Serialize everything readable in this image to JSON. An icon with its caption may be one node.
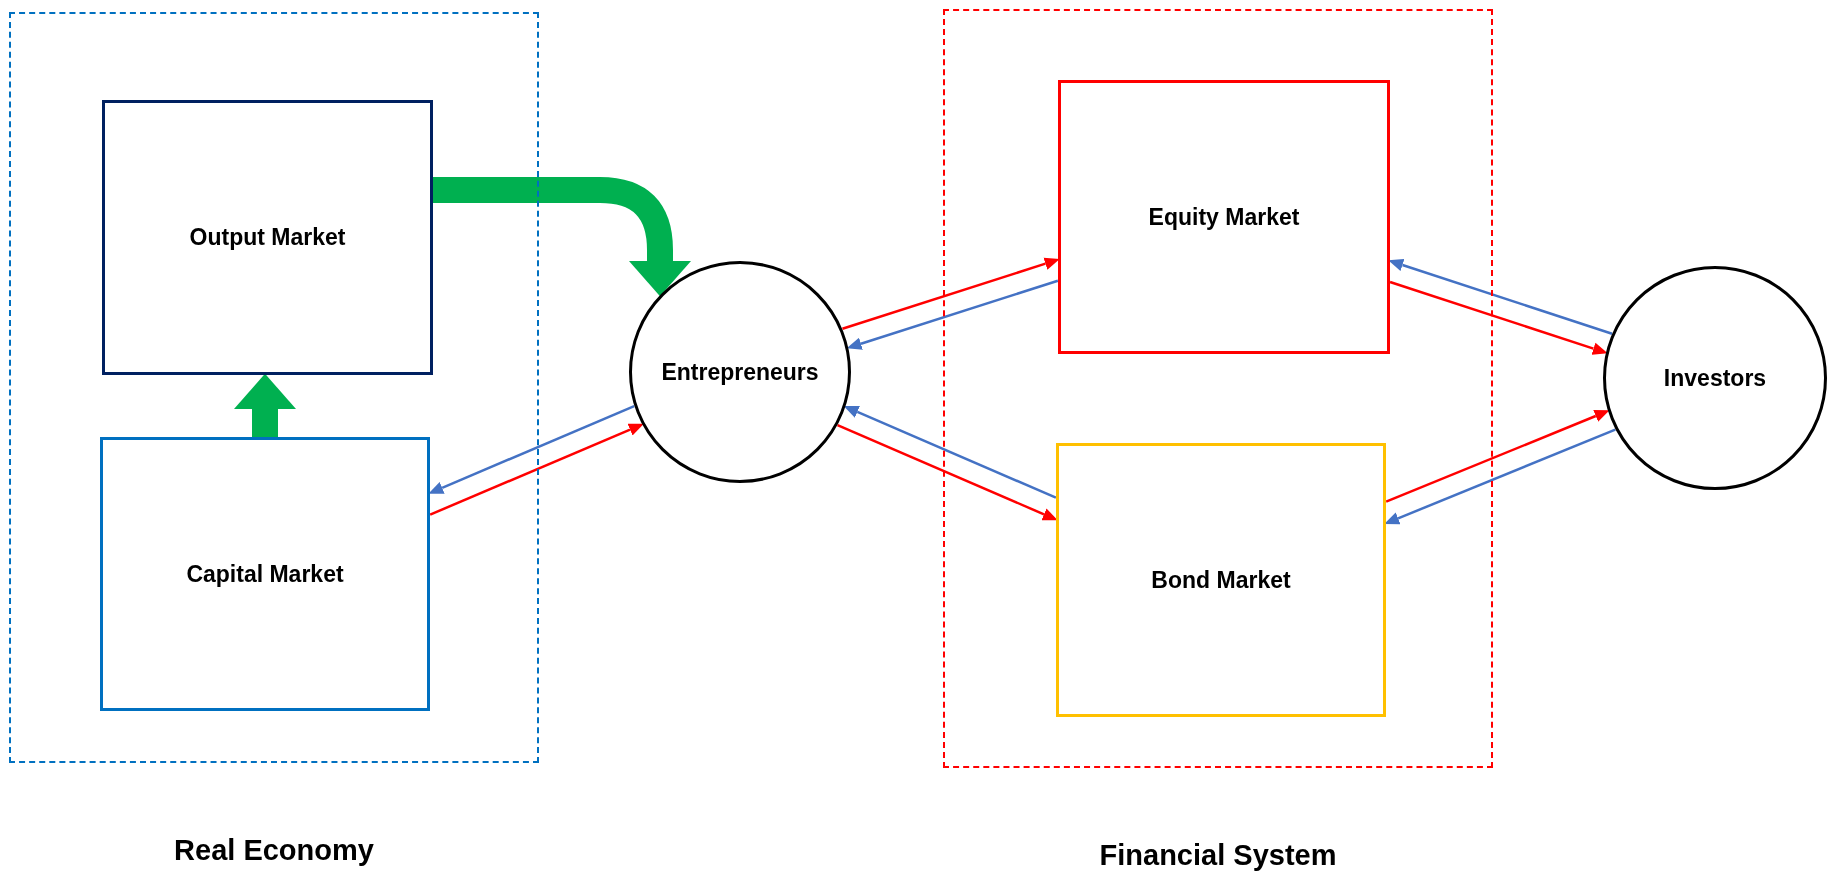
{
  "diagram": {
    "nodes": [
      {
        "text": [
          "Real Economy"
        ]
      },
      {
        "text": [
          "Output Market"
        ],
        "in": 0
      },
      {
        "text": [
          "Capital Market"
        ],
        "in": 0
      },
      {
        "text": [
          "Entrepreneurs"
        ]
      },
      {
        "text": [
          "Financial System"
        ]
      },
      {
        "text": [
          "Equity Market"
        ],
        "in": 4
      },
      {
        "text": [
          "Bond Market"
        ],
        "in": 4
      },
      {
        "text": [
          "Investors"
        ]
      }
    ],
    "edges": [
      {
        "from": 2,
        "to": 1,
        "arrow": "to",
        "style": "thick",
        "color": "#00b050"
      },
      {
        "from": 1,
        "to": 3,
        "arrow": "to",
        "style": "thick",
        "color": "#00b050"
      },
      {
        "from": 3,
        "to": 2,
        "arrow": "to",
        "color": "#4472c4"
      },
      {
        "from": 2,
        "to": 3,
        "arrow": "to",
        "color": "#ff0000"
      },
      {
        "from": 3,
        "to": 5,
        "arrow": "to",
        "color": "#ff0000"
      },
      {
        "from": 5,
        "to": 3,
        "arrow": "to",
        "color": "#4472c4"
      },
      {
        "from": 3,
        "to": 6,
        "arrow": "to",
        "color": "#ff0000"
      },
      {
        "from": 6,
        "to": 3,
        "arrow": "to",
        "color": "#4472c4"
      },
      {
        "from": 5,
        "to": 7,
        "arrow": "to",
        "color": "#ff0000"
      },
      {
        "from": 7,
        "to": 5,
        "arrow": "to",
        "color": "#4472c4"
      },
      {
        "from": 6,
        "to": 7,
        "arrow": "to",
        "color": "#ff0000"
      },
      {
        "from": 7,
        "to": 6,
        "arrow": "to",
        "color": "#4472c4"
      }
    ]
  }
}
